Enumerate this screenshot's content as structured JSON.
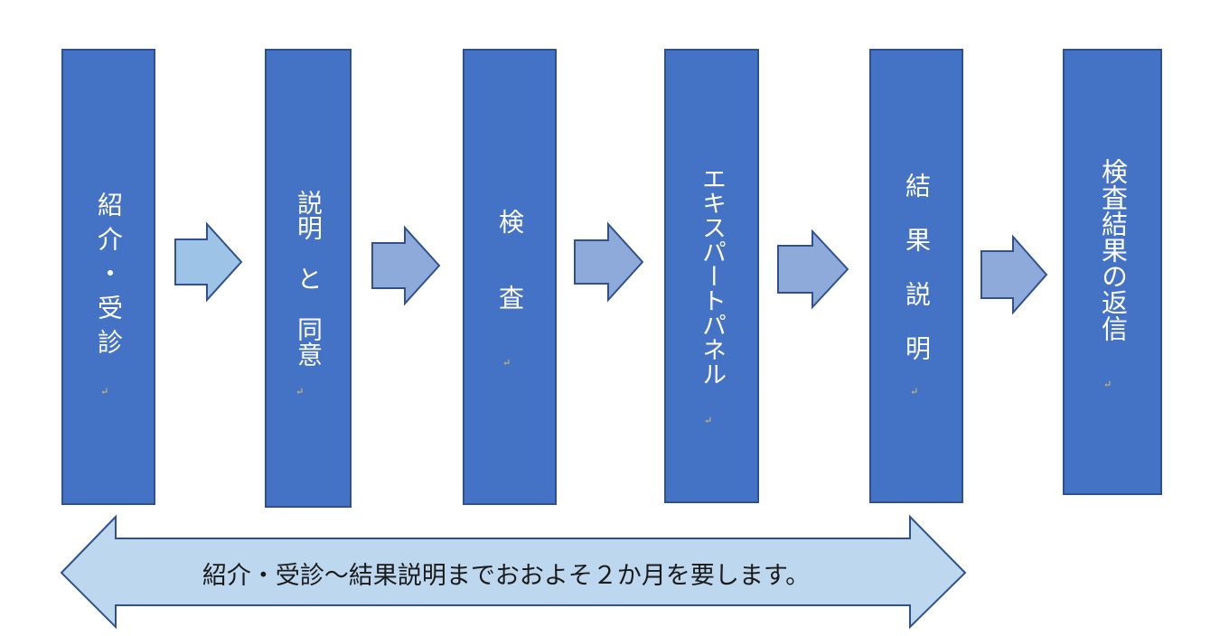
{
  "steps": [
    {
      "label": "紹介・受診",
      "display": "紹介・受診"
    },
    {
      "label": "説明と同意",
      "display": "説明　と　同意"
    },
    {
      "label": "検査",
      "display": "検　　査"
    },
    {
      "label": "エキスパートパネル",
      "display": "エキスパートパネル"
    },
    {
      "label": "結果説明",
      "display": "結　果　説　明"
    },
    {
      "label": "検査結果の返信",
      "display": "検査結果の返信"
    }
  ],
  "paragraph_mark": "↵",
  "timeline": {
    "text": "紹介・受診～結果説明までおおよそ２か月を要します。"
  },
  "colors": {
    "step_fill": "#4472c4",
    "step_border": "#2f528f",
    "arrow_light": "#9dc3e6",
    "arrow_mid": "#8eaadb",
    "timeline_fill": "#bdd7ee",
    "timeline_border": "#2f528f"
  }
}
